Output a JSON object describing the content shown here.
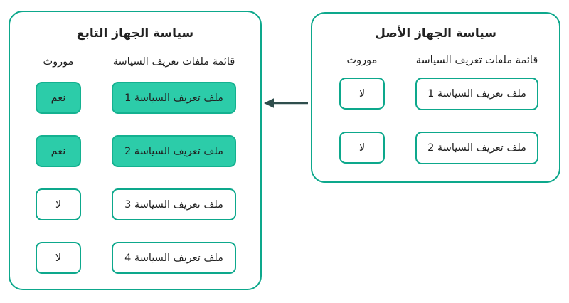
{
  "colors": {
    "teal_border": "#0DA88C",
    "teal_fill": "#2CCCA9",
    "teal_fill_border": "#14B190",
    "arrow": "#2F4E4D",
    "text_dark": "#212121"
  },
  "child_panel": {
    "title": "سياسة الجهاز التابع",
    "inherited_header": "موروث",
    "list_header": "قائمة ملفات تعريف السياسة",
    "rows": [
      {
        "inherited": "نعم",
        "profile": "ملف تعريف السياسة 1",
        "filled": true
      },
      {
        "inherited": "نعم",
        "profile": "ملف تعريف السياسة 2",
        "filled": true
      },
      {
        "inherited": "لا",
        "profile": "ملف تعريف السياسة 3",
        "filled": false
      },
      {
        "inherited": "لا",
        "profile": "ملف تعريف السياسة 4",
        "filled": false
      }
    ]
  },
  "parent_panel": {
    "title": "سياسة الجهاز الأصل",
    "inherited_header": "موروث",
    "list_header": "قائمة ملفات تعريف السياسة",
    "rows": [
      {
        "inherited": "لا",
        "profile": "ملف تعريف السياسة 1",
        "filled": false
      },
      {
        "inherited": "لا",
        "profile": "ملف تعريف السياسة 2",
        "filled": false
      }
    ]
  },
  "connector": {
    "icon": "arrow-left-icon",
    "direction": "parent-to-child"
  }
}
